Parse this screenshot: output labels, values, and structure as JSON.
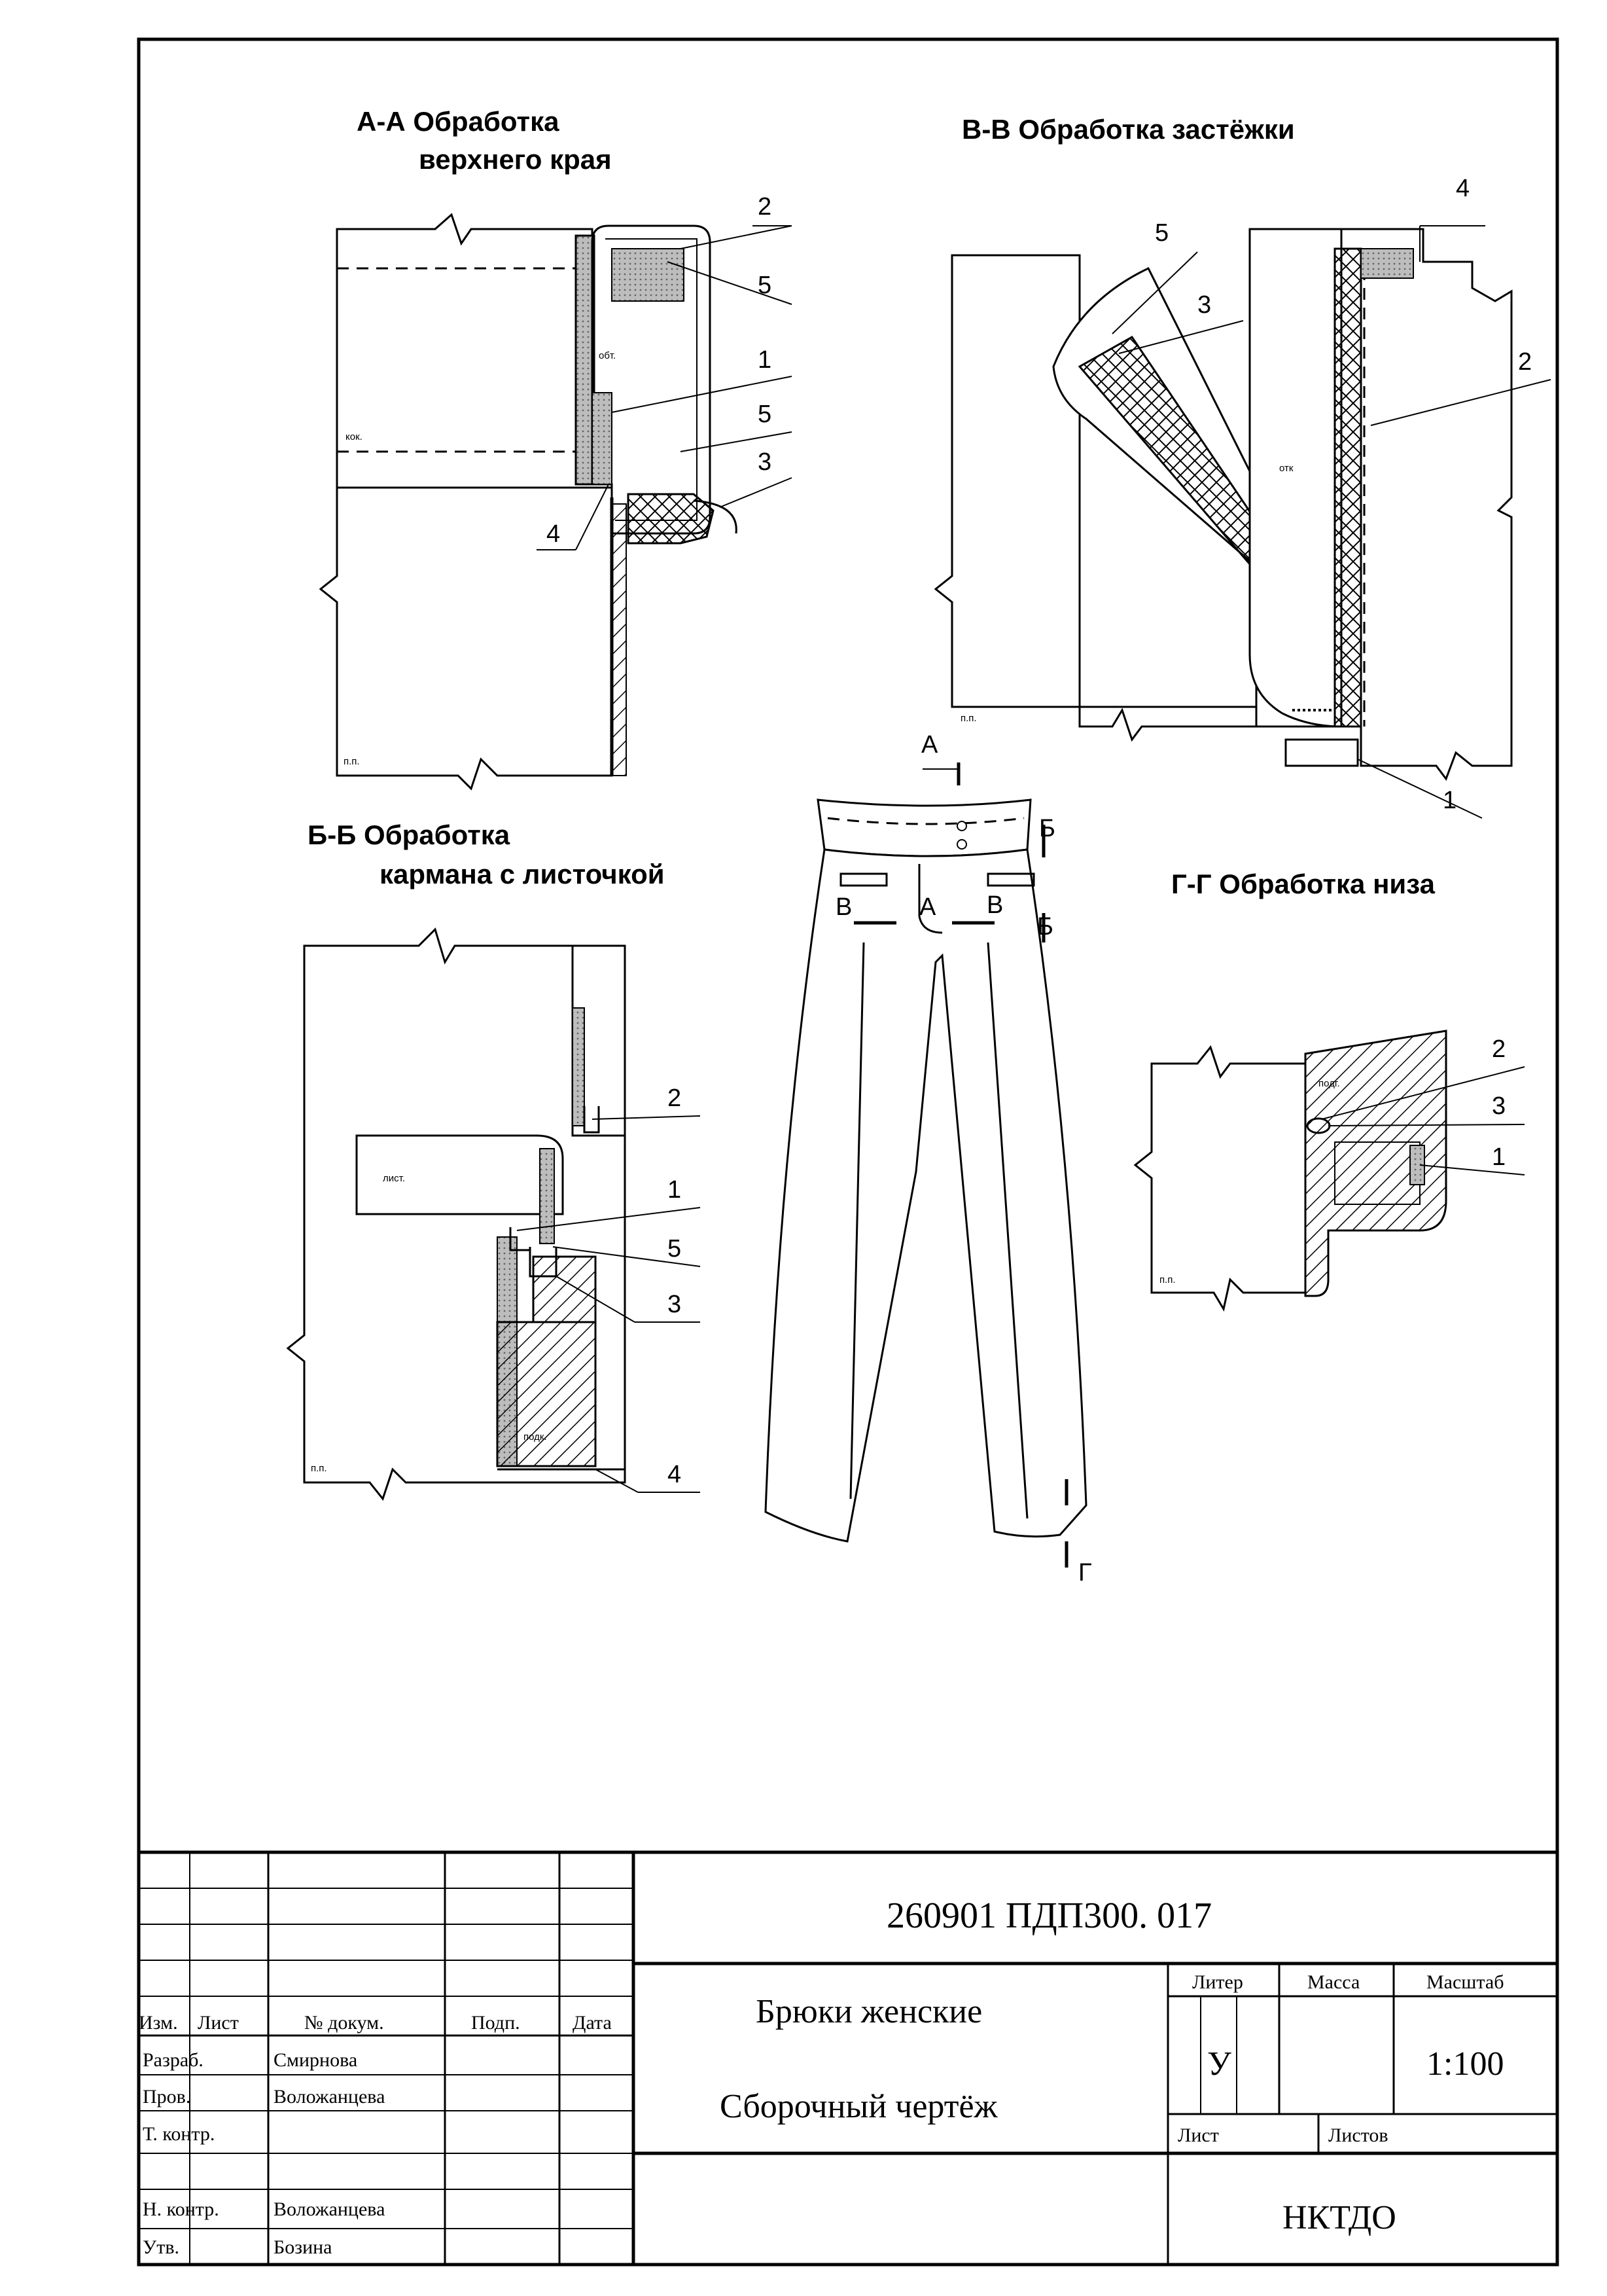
{
  "sections": {
    "aa": {
      "title_line1": "А-А Обработка",
      "title_line2": "верхнего края",
      "callouts": [
        "2",
        "5",
        "1",
        "5",
        "3",
        "4"
      ],
      "labels": {
        "obt": "обт.",
        "kok": "кок.",
        "pp": "п.п."
      }
    },
    "vv": {
      "title": "В-В Обработка застёжки",
      "callouts": [
        "4",
        "5",
        "3",
        "2",
        "1"
      ],
      "labels": {
        "otk": "отк",
        "pp": "п.п."
      }
    },
    "bb": {
      "title_line1": "Б-Б Обработка",
      "title_line2": "кармана с листочкой",
      "callouts": [
        "2",
        "1",
        "5",
        "3",
        "4"
      ],
      "labels": {
        "list": "лист.",
        "podk": "подк.",
        "pp": "п.п."
      }
    },
    "gg": {
      "title": "Г-Г Обработка низа",
      "callouts": [
        "2",
        "3",
        "1"
      ],
      "labels": {
        "podg": "подг.",
        "pp": "п.п."
      }
    }
  },
  "center_view": {
    "cut_marks": {
      "a_top": "А",
      "b_right": "Б",
      "b_right2": "Б",
      "v_left": "В",
      "v_right": "В",
      "a_mid": "А",
      "g_bottom": "Г"
    }
  },
  "title_block": {
    "designation": "260901  ПДП300. 017",
    "name_line1": "Брюки женские",
    "name_line2": "Сборочный чертёж",
    "org": "НКТДО",
    "headers": {
      "izm": "Изм.",
      "list": "Лист",
      "doc": "№ докум.",
      "podp": "Подп.",
      "data": "Дата"
    },
    "roles": [
      {
        "role": "Разраб.",
        "name": "Смирнова"
      },
      {
        "role": "Пров.",
        "name": "Воложанцева"
      },
      {
        "role": "Т. контр.",
        "name": ""
      },
      {
        "role": "",
        "name": ""
      },
      {
        "role": "Н. контр.",
        "name": "Воложанцева"
      },
      {
        "role": "Утв.",
        "name": "Бозина"
      }
    ],
    "liter_label": "Литер",
    "mass_label": "Масса",
    "scale_label": "Масштаб",
    "liter_value": "У",
    "scale_value": "1:100",
    "sheet_label": "Лист",
    "sheets_label": "Листов"
  }
}
